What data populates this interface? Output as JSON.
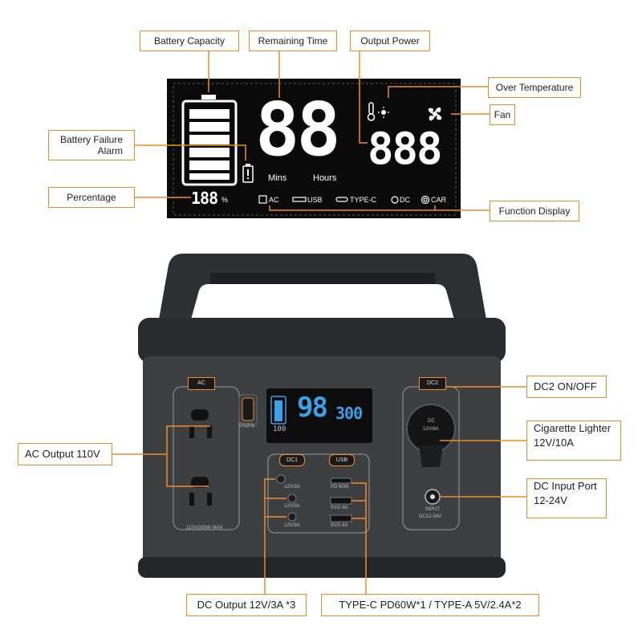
{
  "callouts": {
    "battery_capacity": "Battery Capacity",
    "remaining_time": "Remaining Time",
    "output_power": "Output Power",
    "over_temperature": "Over Temperature",
    "fan": "Fan",
    "battery_failure_line1": "Battery Failure",
    "battery_failure_line2": "Alarm",
    "percentage": "Percentage",
    "function_display": "Function Display",
    "ac_output": "AC Output 110V",
    "dc2_onoff": "DC2 ON/OFF",
    "cigarette_line1": "Cigarette Lighter",
    "cigarette_line2": "12V/10A",
    "dc_input_line1": "DC Input Port",
    "dc_input_line2": "12-24V",
    "dc_output": "DC Output 12V/3A *3",
    "type_c": "TYPE-C PD60W*1 / TYPE-A  5V/2.4A*2"
  },
  "lcd": {
    "time_digits": "88",
    "power_digits": "888",
    "percent_digits": "188",
    "percent_sign": "%",
    "mins": "Mins",
    "hours": "Hours",
    "functions": [
      "AC",
      "USB",
      "TYPE-C",
      "DC",
      "CAR"
    ]
  },
  "device": {
    "ac_button": "AC",
    "dc2_button": "DC2",
    "dc1_button": "DC1",
    "usb_button": "USB",
    "display_button": "Display",
    "mini_time": "98",
    "mini_power": "300",
    "mini_percent": "100",
    "dc_port_labels": [
      "12V/3A",
      "12V/3A",
      "12V/3A"
    ],
    "pd_label": "PD 60W",
    "usb_a_labels": [
      "5V/2.4A",
      "5V/2.4A"
    ],
    "ac_panel_label": "110V/300W MAX",
    "cig_label_line1": "DC",
    "cig_label_line2": "12V/8A",
    "input_label_line1": "INPUT",
    "input_label_line2": "DC12-24V"
  },
  "colors": {
    "accent": "#f08a2a",
    "lcd_blue": "#3aa0e8",
    "body_dark": "#3a3b3d"
  }
}
